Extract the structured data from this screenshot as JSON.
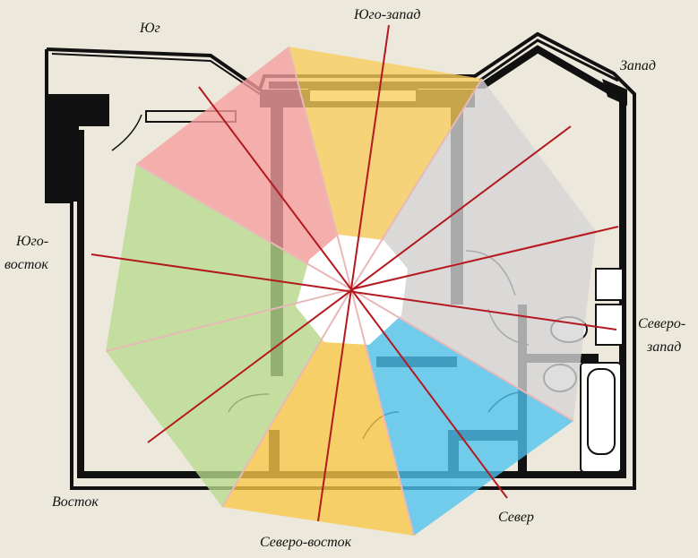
{
  "labels": {
    "south": "Юг",
    "southwest": "Юго-запад",
    "west": "Запад",
    "southeast_line1": "Юго-",
    "southeast_line2": "восток",
    "northwest_line1": "Северо-",
    "northwest_line2": "запад",
    "east": "Восток",
    "northeast": "Северо-восток",
    "north": "Север"
  },
  "sector_colors": {
    "south": "#F7A0A0",
    "southwest": "#F9CE5C",
    "west": "#D6D6D6",
    "northwest": "#D6D6D6",
    "north": "#4FC4F0",
    "northeast": "#F9C94A",
    "east": "#B9DC8E",
    "southeast": "#B9DC8E"
  },
  "colors": {
    "background": "#ECE8DC",
    "wall": "#111111",
    "direction_line": "#B3191F",
    "divider_line": "#E9B8B8"
  }
}
